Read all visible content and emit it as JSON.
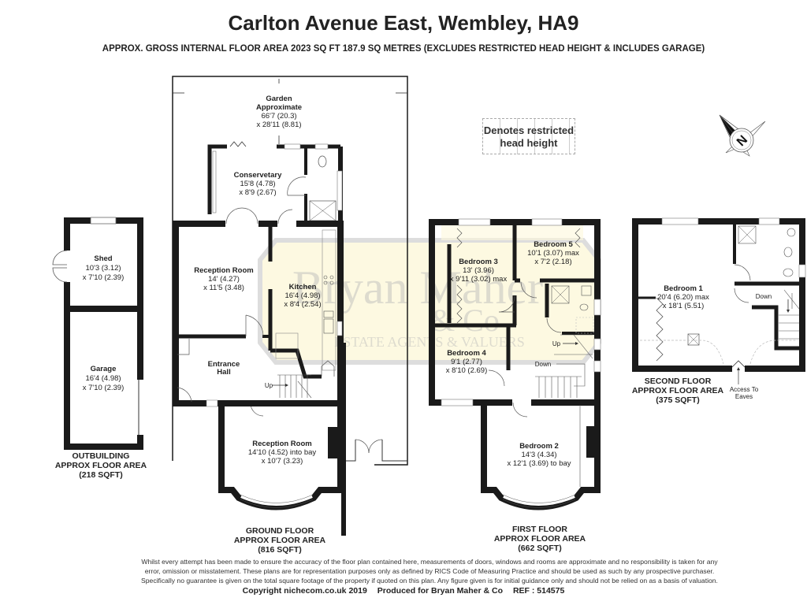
{
  "header": {
    "title": "Carlton Avenue East, Wembley, HA9",
    "subtitle": "APPROX. GROSS INTERNAL FLOOR AREA 2023 SQ FT 187.9 SQ METRES (EXCLUDES RESTRICTED HEAD HEIGHT & INCLUDES GARAGE)"
  },
  "legend": {
    "line1": "Denotes restricted",
    "line2": "head height"
  },
  "compass": {
    "icon": "compass-north-icon",
    "letter": "N"
  },
  "watermark": {
    "line1": "Bryan Maher",
    "line2": "& Co",
    "line3": "ESTATE AGENTS & VALUERS"
  },
  "outbuilding": {
    "rooms": [
      {
        "name": "Shed",
        "dim1": "10'3 (3.12)",
        "dim2": "x 7'10 (2.39)"
      },
      {
        "name": "Garage",
        "dim1": "16'4 (4.98)",
        "dim2": "x 7'10 (2.39)"
      }
    ],
    "label": [
      "OUTBUILDING",
      "APPROX FLOOR AREA",
      "(218 SQFT)"
    ]
  },
  "ground_floor": {
    "garden": {
      "name1": "Garden",
      "name2": "Approximate",
      "dim1": "66'7 (20.3)",
      "dim2": "x 28'11 (8.81)"
    },
    "rooms": [
      {
        "name": "Conservetary",
        "dim1": "15'8 (4.78)",
        "dim2": "x 8'9 (2.67)"
      },
      {
        "name": "Reception Room",
        "dim1": "14' (4.27)",
        "dim2": "x 11'5 (3.48)"
      },
      {
        "name": "Kitchen",
        "dim1": "16'4 (4.98)",
        "dim2": "x 8'4 (2.54)"
      },
      {
        "name1": "Entrance",
        "name2": "Hall"
      },
      {
        "name": "Reception Room",
        "dim1": "14'10 (4.52) into bay",
        "dim2": "x 10'7 (3.23)"
      }
    ],
    "stairs_label": "Up",
    "label": [
      "GROUND FLOOR",
      "APPROX FLOOR AREA",
      "(816 SQFT)"
    ]
  },
  "first_floor": {
    "rooms": [
      {
        "name": "Bedroom 3",
        "dim1": "13' (3.96)",
        "dim2": "x 9'11 (3.02) max"
      },
      {
        "name": "Bedroom 5",
        "dim1": "10'1 (3.07) max",
        "dim2": "x 7'2 (2.18)"
      },
      {
        "name": "Bedroom 4",
        "dim1": "9'1 (2.77)",
        "dim2": "x 8'10 (2.69)"
      },
      {
        "name": "Bedroom 2",
        "dim1": "14'3 (4.34)",
        "dim2": "x 12'1 (3.69) to bay"
      }
    ],
    "stairs_up": "Up",
    "stairs_down": "Down",
    "label": [
      "FIRST FLOOR",
      "APPROX FLOOR AREA",
      "(662 SQFT)"
    ]
  },
  "second_floor": {
    "rooms": [
      {
        "name": "Bedroom 1",
        "dim1": "20'4 (6.20) max",
        "dim2": "x 18'1 (5.51)"
      }
    ],
    "stairs_down": "Down",
    "eaves": [
      "Access To",
      "Eaves"
    ],
    "label": [
      "SECOND FLOOR",
      "APPROX FLOOR AREA",
      "(375 SQFT)"
    ]
  },
  "disclaimer": {
    "line1": "Whilst every attempt has been made to ensure the accuracy of the floor plan contained here, measurements of doors, windows and rooms are approximate and no responsibility is taken for any",
    "line2": "error, omission or misstatement. These plans are for representation purposes only as defined by RICS Code of Measuring Practice and should be used as such by any prospective purchaser.",
    "line3": "Specifically no guarantee is given on the total square footage of the property if quoted on this plan. Any figure given is for initial guidance only and should not be relied on as a basis of valuation."
  },
  "footer": {
    "copyright": "Copyright nichecom.co.uk 2019",
    "produced": "Produced for Bryan Maher & Co",
    "ref": "REF :  514575"
  }
}
